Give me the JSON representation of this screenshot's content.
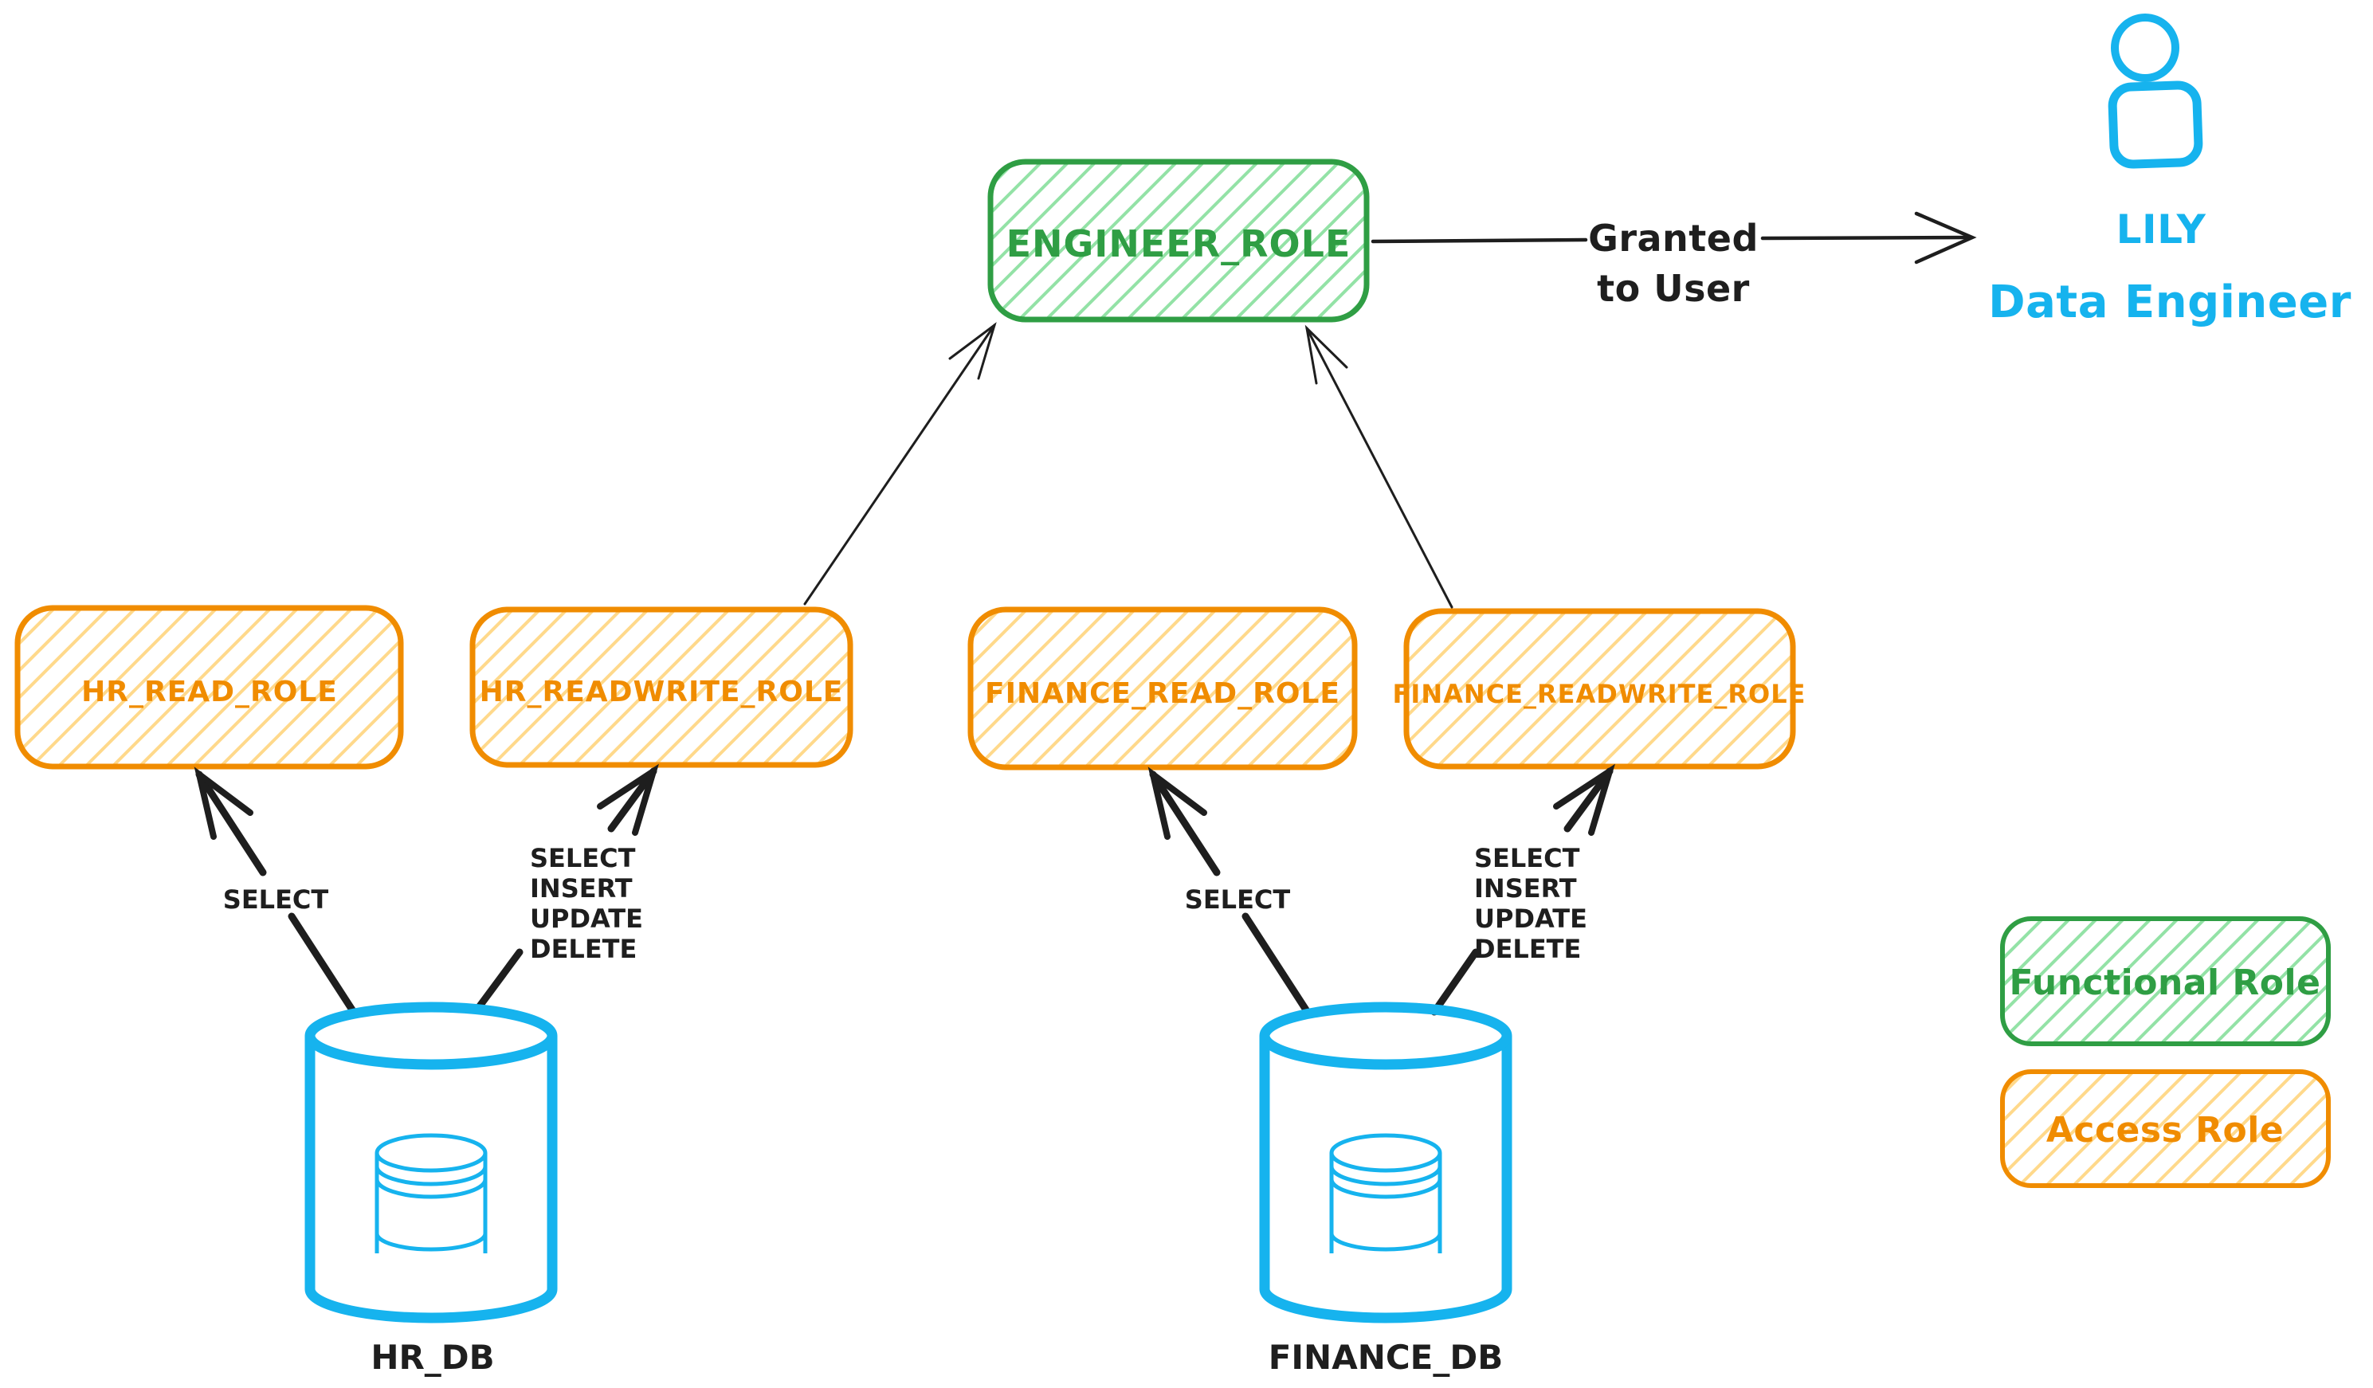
{
  "diagram": {
    "functional_role": {
      "label": "ENGINEER_ROLE"
    },
    "access_roles": [
      {
        "label": "HR_READ_ROLE"
      },
      {
        "label": "HR_READWRITE_ROLE"
      },
      {
        "label": "FINANCE_READ_ROLE"
      },
      {
        "label": "FINANCE_READWRITE_ROLE"
      }
    ],
    "databases": [
      {
        "label": "HR_DB"
      },
      {
        "label": "FINANCE_DB"
      }
    ],
    "user": {
      "name": "LILY",
      "title": "Data Engineer"
    },
    "grant_edge": {
      "label_line1": "Granted",
      "label_line2": "to User"
    },
    "privileges": {
      "read": [
        "SELECT"
      ],
      "readwrite": [
        "SELECT",
        "INSERT",
        "UPDATE",
        "DELETE"
      ]
    },
    "legend": {
      "functional": {
        "label": "Functional Role",
        "color": "#2f9e44"
      },
      "access": {
        "label": "Access Role",
        "color": "#f08c00"
      }
    },
    "colors": {
      "functional_stroke": "#2f9e44",
      "functional_hatch": "#93e2a6",
      "access_stroke": "#f08c00",
      "access_hatch": "#ffd98b",
      "database_blue": "#16b3ee",
      "ink": "#1e1e1e",
      "background": "#ffffff"
    }
  }
}
